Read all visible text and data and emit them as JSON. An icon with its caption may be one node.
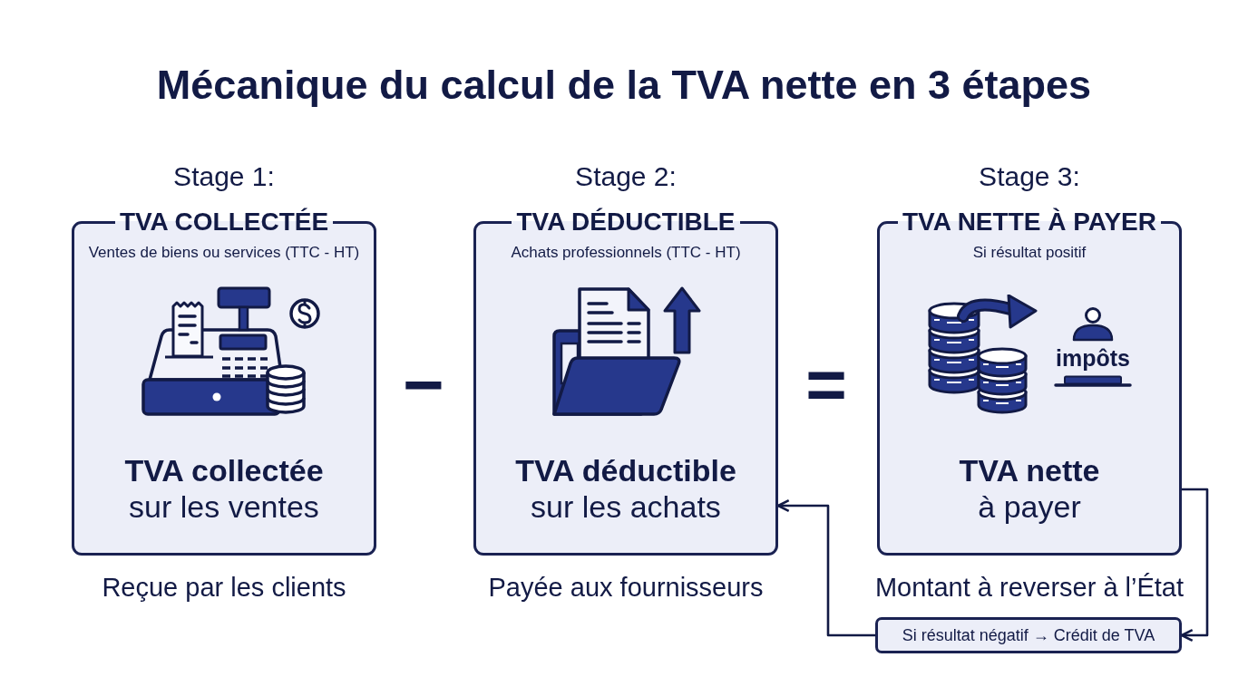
{
  "diagram": {
    "title": "Mécanique du calcul de la TVA nette en 3 étapes",
    "nodes": [
      {
        "text": [
          "TVA COLLECTÉE",
          "Ventes de biens ou services (TTC - HT)",
          "TVA collectée",
          "sur les ventes"
        ],
        "beside": [
          "Stage 1:",
          "Reçue par les clients"
        ]
      },
      {
        "text": [
          "TVA DÉDUCTIBLE",
          "Achats professionnels (TTC - HT)",
          "TVA déductible",
          "sur les achats"
        ],
        "beside": [
          "Stage 2:",
          "Payée aux fournisseurs"
        ]
      },
      {
        "text": [
          "TVA NETTE À PAYER",
          "Si résultat positif",
          "impôts",
          "TVA nette",
          "à payer"
        ],
        "beside": [
          "Stage 3:",
          "Montant à reverser à l’État"
        ]
      },
      {
        "text": [
          "Si résultat négatif → Crédit de TVA"
        ]
      }
    ],
    "edges": [
      {
        "from": 2,
        "to": 3,
        "arrow": "to"
      },
      {
        "from": 3,
        "to": 1,
        "arrow": "to"
      }
    ],
    "labels": [
      "−",
      "="
    ]
  }
}
